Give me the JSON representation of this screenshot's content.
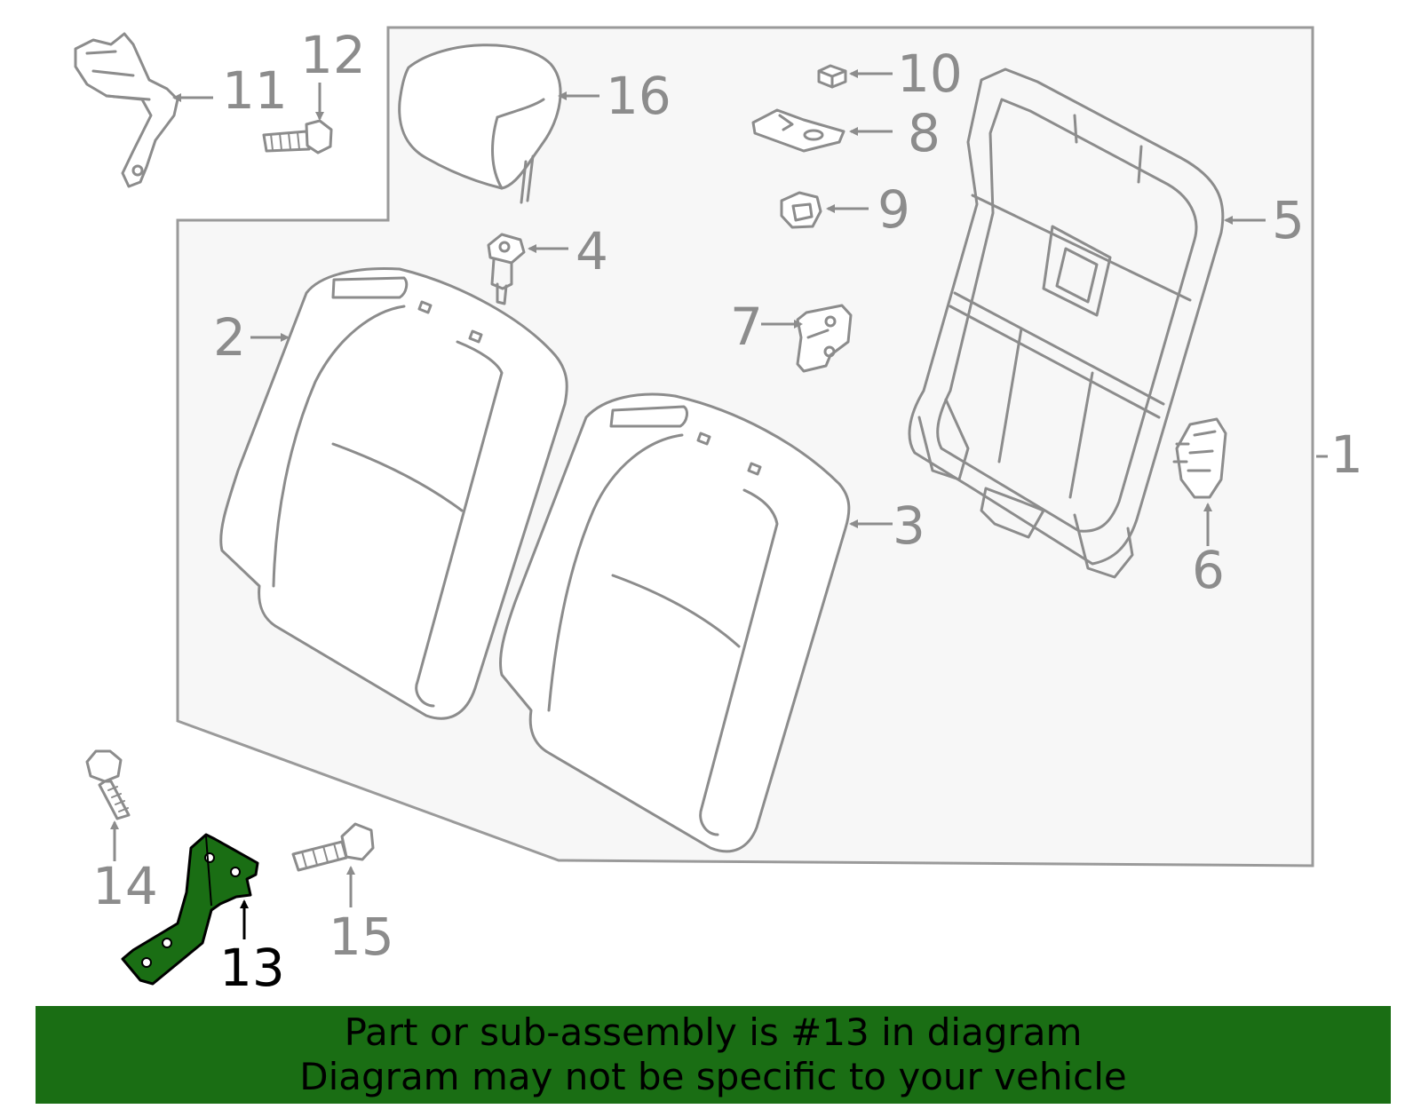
{
  "diagram": {
    "callouts": {
      "c1": "1",
      "c2": "2",
      "c3": "3",
      "c4": "4",
      "c5": "5",
      "c6": "6",
      "c7": "7",
      "c8": "8",
      "c9": "9",
      "c10": "10",
      "c11": "11",
      "c12": "12",
      "c13": "13",
      "c14": "14",
      "c15": "15",
      "c16": "16"
    },
    "highlighted_part": "13",
    "highlight_color": "#1a6e14",
    "line_color": "#8c8c8c",
    "panel_color": "#f7f7f7"
  },
  "banner": {
    "line1": "Part or sub-assembly is #13 in diagram",
    "line2": "Diagram may not be specific to your vehicle"
  }
}
